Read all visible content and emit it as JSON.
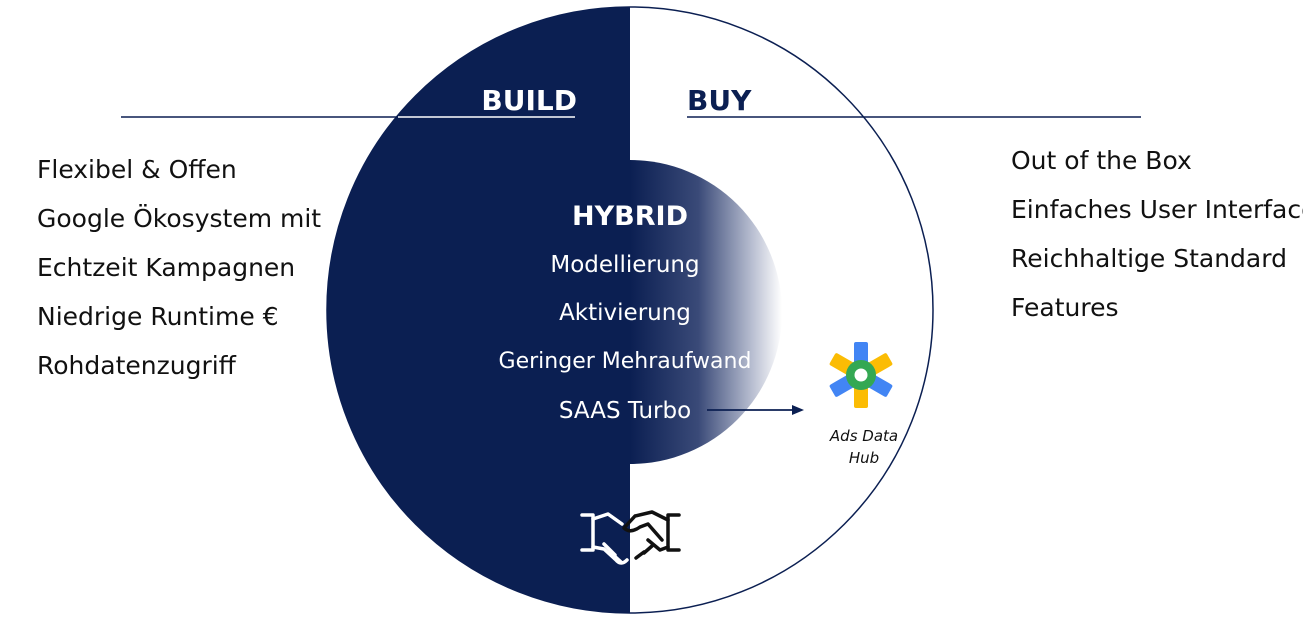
{
  "build": {
    "heading": "BUILD",
    "items": [
      "Flexibel & Offen",
      "Google Ökosystem mit",
      "Echtzeit Kampagnen",
      "Niedrige Runtime €",
      "Rohdatenzugriff"
    ]
  },
  "buy": {
    "heading": "BUY",
    "items": [
      "Out of the Box",
      "Einfaches User Interface",
      "Reichhaltige Standard",
      "Features"
    ]
  },
  "hybrid": {
    "heading": "HYBRID",
    "items": [
      "Modellierung",
      "Aktivierung",
      "Geringer Mehraufwand",
      "SAAS Turbo"
    ]
  },
  "ads_data_hub": {
    "label_line1": "Ads Data",
    "label_line2": "Hub",
    "icon": "ads-data-hub-logo"
  },
  "handshake": {
    "icon": "handshake-icon"
  },
  "colors": {
    "navy": "#0b1f52",
    "white": "#ffffff",
    "text": "#111111",
    "google_blue": "#4285F4",
    "google_green": "#34A853",
    "google_yellow": "#FBBC04"
  }
}
